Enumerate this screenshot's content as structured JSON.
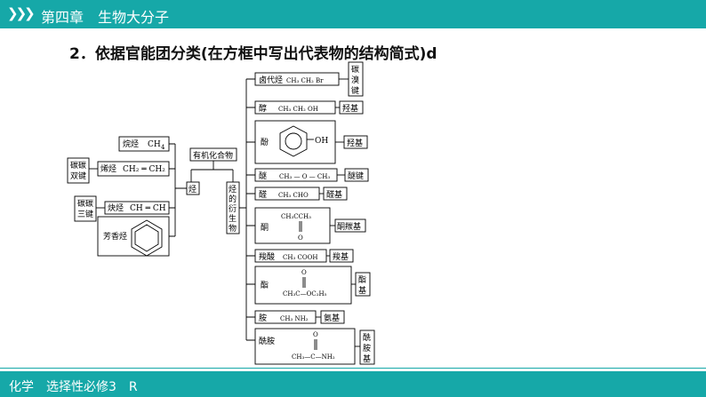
{
  "header": {
    "arrows": "❯❯❯",
    "chapter": "第四章　生物大分子"
  },
  "heading": "2．依据官能团分类(在方框中写出代表物的结构简式)d",
  "footer": {
    "text": "化学　选择性必修3　R"
  },
  "diagram": {
    "root": "有机化合物",
    "hydrocarbon": "烃",
    "derivative": [
      "烃",
      "的",
      "衍",
      "生",
      "物"
    ],
    "alkane": {
      "name": "烷烃",
      "formula": "CH",
      "sub": "4"
    },
    "alkene": {
      "name": "烯烃",
      "formula": "CH₂ ═ CH₂",
      "bond": [
        "碳碳",
        "双键"
      ]
    },
    "alkyne": {
      "name": "炔烃",
      "formula": "CH ═ CH",
      "bond": [
        "碳碳",
        "三键"
      ]
    },
    "aromatic": {
      "name": "芳香烃"
    },
    "derivatives": [
      {
        "name": "卤代烃",
        "formula": "CH₃ CH₂ Br",
        "group": [
          "碳",
          "溴",
          "键"
        ]
      },
      {
        "name": "醇",
        "formula": "CH₃ CH₂ OH",
        "group": [
          "羟基"
        ]
      },
      {
        "name": "酚",
        "formula": "OH",
        "group": [
          "羟基"
        ]
      },
      {
        "name": "醚",
        "formula": "CH₃ — O — CH₃",
        "group": [
          "醚键"
        ]
      },
      {
        "name": "醛",
        "formula": "CH₃ CHO",
        "group": [
          "醛基"
        ]
      },
      {
        "name": "酮",
        "formula": "CH₃CCH₃",
        "formula2": "O",
        "group": [
          "酮羰基"
        ]
      },
      {
        "name": "羧酸",
        "formula": "CH₃ COOH",
        "group": [
          "羧基"
        ]
      },
      {
        "name": "酯",
        "formula": "CH₃C—OC₂H₅",
        "formula2": "O",
        "group": [
          "酯",
          "基"
        ]
      },
      {
        "name": "胺",
        "formula": "CH₃ NH₂",
        "group": [
          "氨基"
        ]
      },
      {
        "name": "酰胺",
        "formula": "CH₃—C—NH₂",
        "formula2": "O",
        "group": [
          "酰",
          "胺",
          "基"
        ]
      }
    ]
  }
}
